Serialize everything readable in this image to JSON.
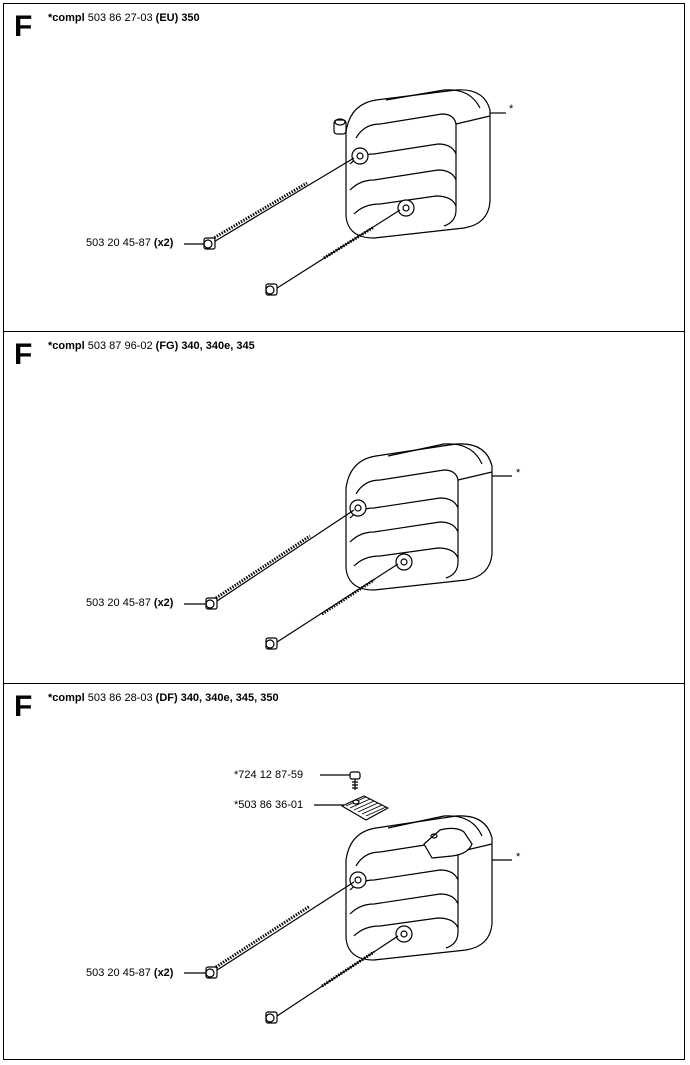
{
  "sections": [
    {
      "letter": "F",
      "title_prefix": "*compl",
      "part_number": "503 86 27-03",
      "variant": "(EU) 350",
      "bolt_part": "503 20 45-87",
      "bolt_qty": "(x2)",
      "muffler_marker": "*"
    },
    {
      "letter": "F",
      "title_prefix": "*compl",
      "part_number": "503 87 96-02",
      "variant": "(FG) 340, 340e, 345",
      "bolt_part": "503 20 45-87",
      "bolt_qty": "(x2)",
      "muffler_marker": "*"
    },
    {
      "letter": "F",
      "title_prefix": "*compl",
      "part_number": "503 86 28-03",
      "variant": "(DF) 340, 340e, 345, 350",
      "bolt_part": "503 20 45-87",
      "bolt_qty": "(x2)",
      "muffler_marker": "*",
      "screw_part": "*724 12 87-59",
      "screen_part": "*503 86 36-01"
    }
  ]
}
